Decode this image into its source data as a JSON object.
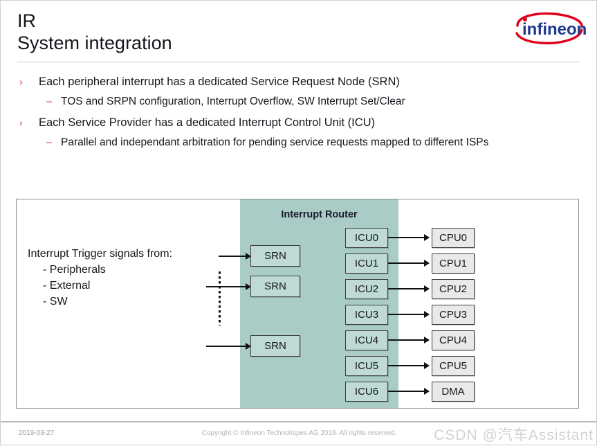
{
  "header": {
    "title_line1": "IR",
    "title_line2": "System integration",
    "logo_text": "infineon",
    "logo_colors": {
      "text": "#1e3a8f",
      "swoosh": "#e1001a"
    }
  },
  "bullets": [
    {
      "level": 1,
      "marker": "›",
      "text": "Each peripheral interrupt has a dedicated Service Request Node (SRN)"
    },
    {
      "level": 2,
      "marker": "–",
      "text": "TOS and SRPN configuration, Interrupt Overflow, SW Interrupt Set/Clear"
    },
    {
      "level": 1,
      "marker": "›",
      "text": "Each Service Provider has a dedicated Interrupt Control Unit (ICU)"
    },
    {
      "level": 2,
      "marker": "–",
      "text": "Parallel and independant arbitration for pending service requests mapped to different ISPs"
    }
  ],
  "diagram": {
    "router_title": "Interrupt Router",
    "left_caption": "Interrupt Trigger signals from:",
    "left_items": [
      "- Peripherals",
      "- External",
      "- SW"
    ],
    "srn_nodes": [
      "SRN",
      "SRN",
      "SRN"
    ],
    "icu_nodes": [
      "ICU0",
      "ICU1",
      "ICU2",
      "ICU3",
      "ICU4",
      "ICU5",
      "ICU6"
    ],
    "cpu_nodes": [
      "CPU0",
      "CPU1",
      "CPU2",
      "CPU3",
      "CPU4",
      "CPU5",
      "DMA"
    ],
    "colors": {
      "router_panel": "#a9ccc6",
      "node_teal": "#bfd9d4",
      "node_gray": "#e9e9e9",
      "node_border": "#3d3d3d"
    }
  },
  "footer": {
    "date": "2019-03-27",
    "copyright": "Copyright © Infineon Technologies AG 2019. All rights reserved.",
    "watermark": "CSDN @汽车Assistant"
  }
}
